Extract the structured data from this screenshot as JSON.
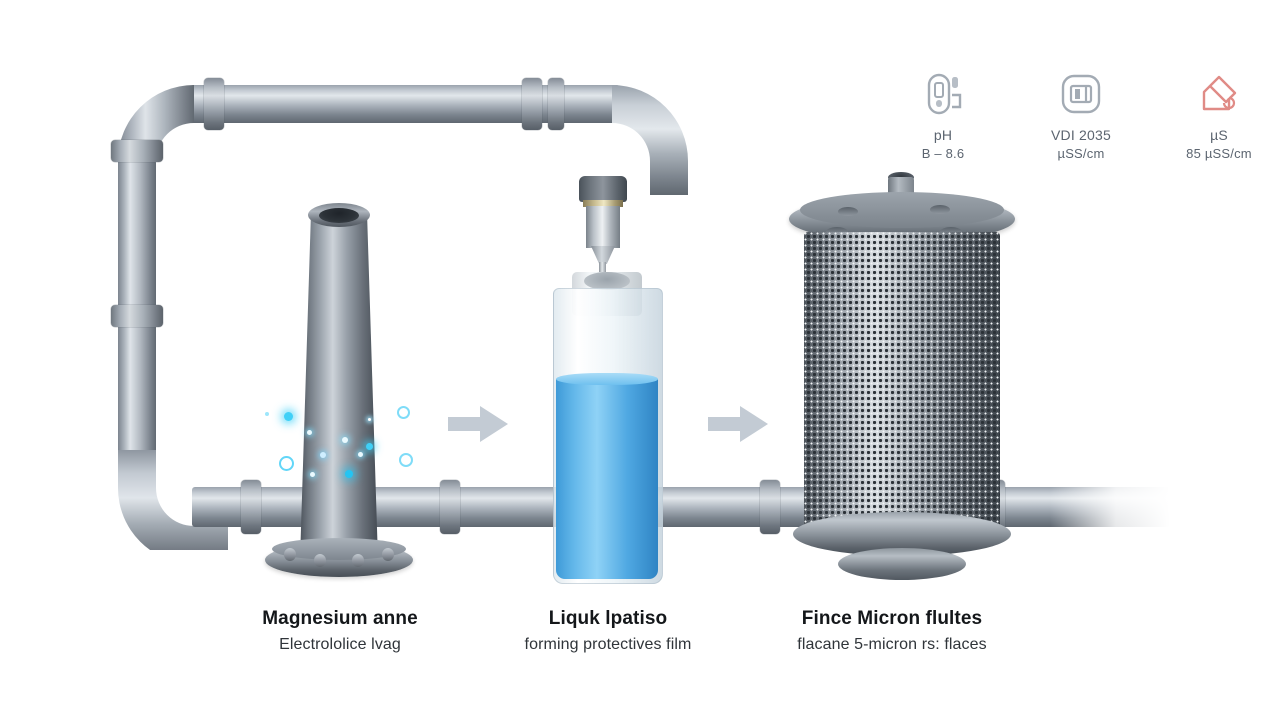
{
  "scene": {
    "background": "#ffffff",
    "pipe_color": "#9aa3ad",
    "liquid_color": "#4fa8e2",
    "spark_color": "#35c6f4",
    "arrow_color": "#c3cbd4"
  },
  "badges": [
    {
      "icon": "ph-sensor-icon",
      "icon_color": "#9aa3ac",
      "line1": "pH",
      "line2": "B – 8.6"
    },
    {
      "icon": "meter-gauge-icon",
      "icon_color": "#9aa3ac",
      "line1": "VDI 2035",
      "line2": "µSS/cm"
    },
    {
      "icon": "conductivity-icon",
      "icon_color": "#e08b86",
      "line1": "µS",
      "line2": "85 µSS/cm"
    }
  ],
  "captions": [
    {
      "title": "Magnesium anne",
      "subtitle": "Electrololice lvag"
    },
    {
      "title": "Liquk lpatiso",
      "subtitle": "forming protectives film"
    },
    {
      "title": "Fince Micron flultes",
      "subtitle": "flacane 5-micron rs: flaces"
    }
  ],
  "stages": [
    {
      "name": "magnesium-anode"
    },
    {
      "name": "dosing-bottle"
    },
    {
      "name": "micron-filter"
    }
  ],
  "arrows": [
    {
      "name": "flow-arrow-1"
    },
    {
      "name": "flow-arrow-2"
    }
  ]
}
